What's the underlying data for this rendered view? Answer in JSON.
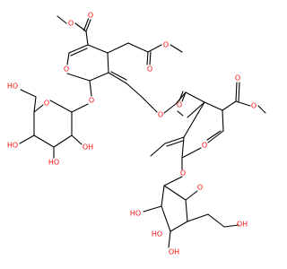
{
  "colors": {
    "bond": "#000000",
    "oxygen": "#ff0d0d",
    "background": "#ffffff"
  },
  "atoms": {
    "ester1_carbonyl_O": "O",
    "ester1_ether_O": "O",
    "ester2_carbonyl_O": "O",
    "ester2_ether_O": "O",
    "ring1_O": "O",
    "glyco1_O": "O",
    "sugar1_ring_O": "O",
    "sugar1_CH2OH": "HO",
    "sugar1_OH_a": "HO",
    "sugar1_OH_b": "HO",
    "sugar1_OH_c": "OH",
    "linker_O": "O",
    "linker_carbonyl_O": "O",
    "ester3_carbonyl_O": "O",
    "ester3_ether_O": "O",
    "ring2_O": "O",
    "glyco2_O": "O",
    "sugar2_ring_O": "O",
    "sugar2_CH2OH": "OH",
    "sugar2_OH_a": "HO",
    "sugar2_OH_b": "HO",
    "sugar2_OH_c": "OH"
  }
}
